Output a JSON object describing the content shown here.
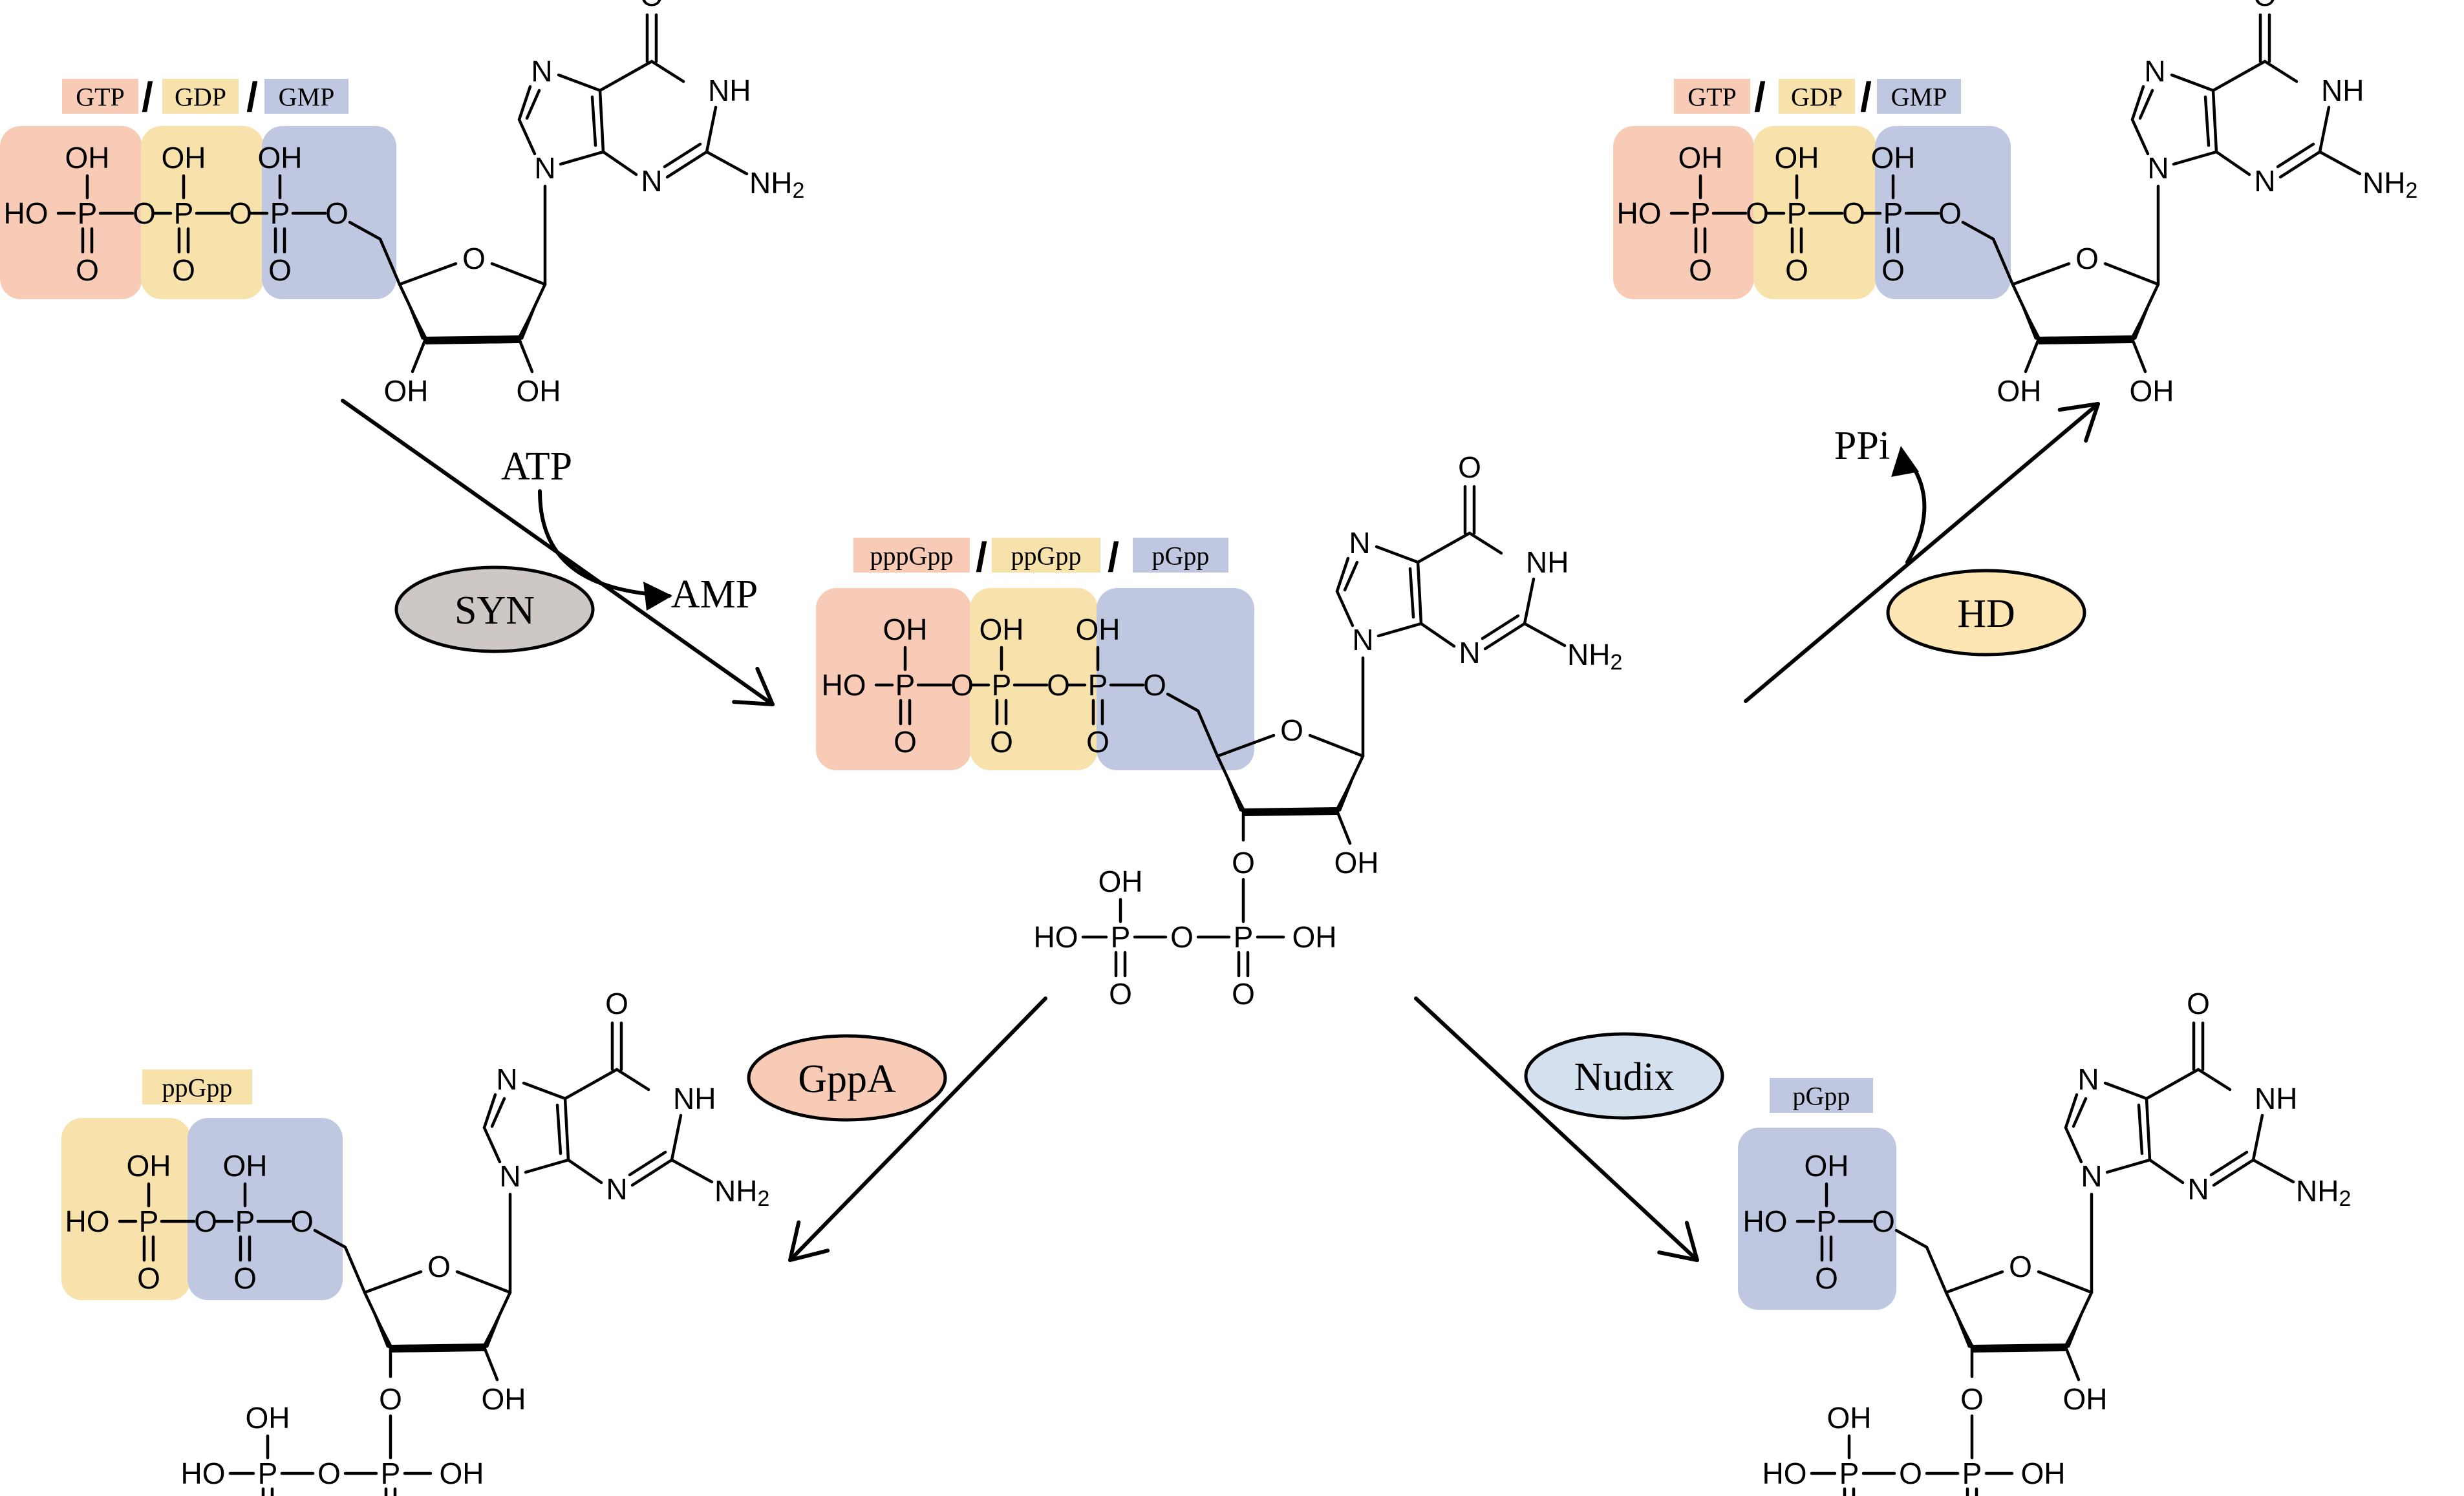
{
  "colors": {
    "gtp": "#f7cbb6",
    "gdp": "#f8e2ac",
    "gmp": "#c0c7e0",
    "syn": "#cdc7c6",
    "hd": "#fde6b4",
    "gppa": "#f7cbb6",
    "nudix": "#d5e0ee"
  },
  "labels": {
    "gtp": "GTP",
    "gdp": "GDP",
    "gmp": "GMP",
    "slash": "/",
    "pppgpp": "pppGpp",
    "ppgpp": "ppGpp",
    "pgpp": "pGpp"
  },
  "enzymes": {
    "syn": "SYN",
    "hd": "HD",
    "gppa": "GppA",
    "nudix": "Nudix"
  },
  "reagents": {
    "atp": "ATP",
    "amp": "AMP",
    "ppi": "PPi"
  },
  "atoms": {
    "oh": "OH",
    "ho": "HO",
    "p": "P",
    "o": "O",
    "n": "N",
    "nh": "NH",
    "nh2_main": "NH",
    "nh2_sub": "2"
  }
}
